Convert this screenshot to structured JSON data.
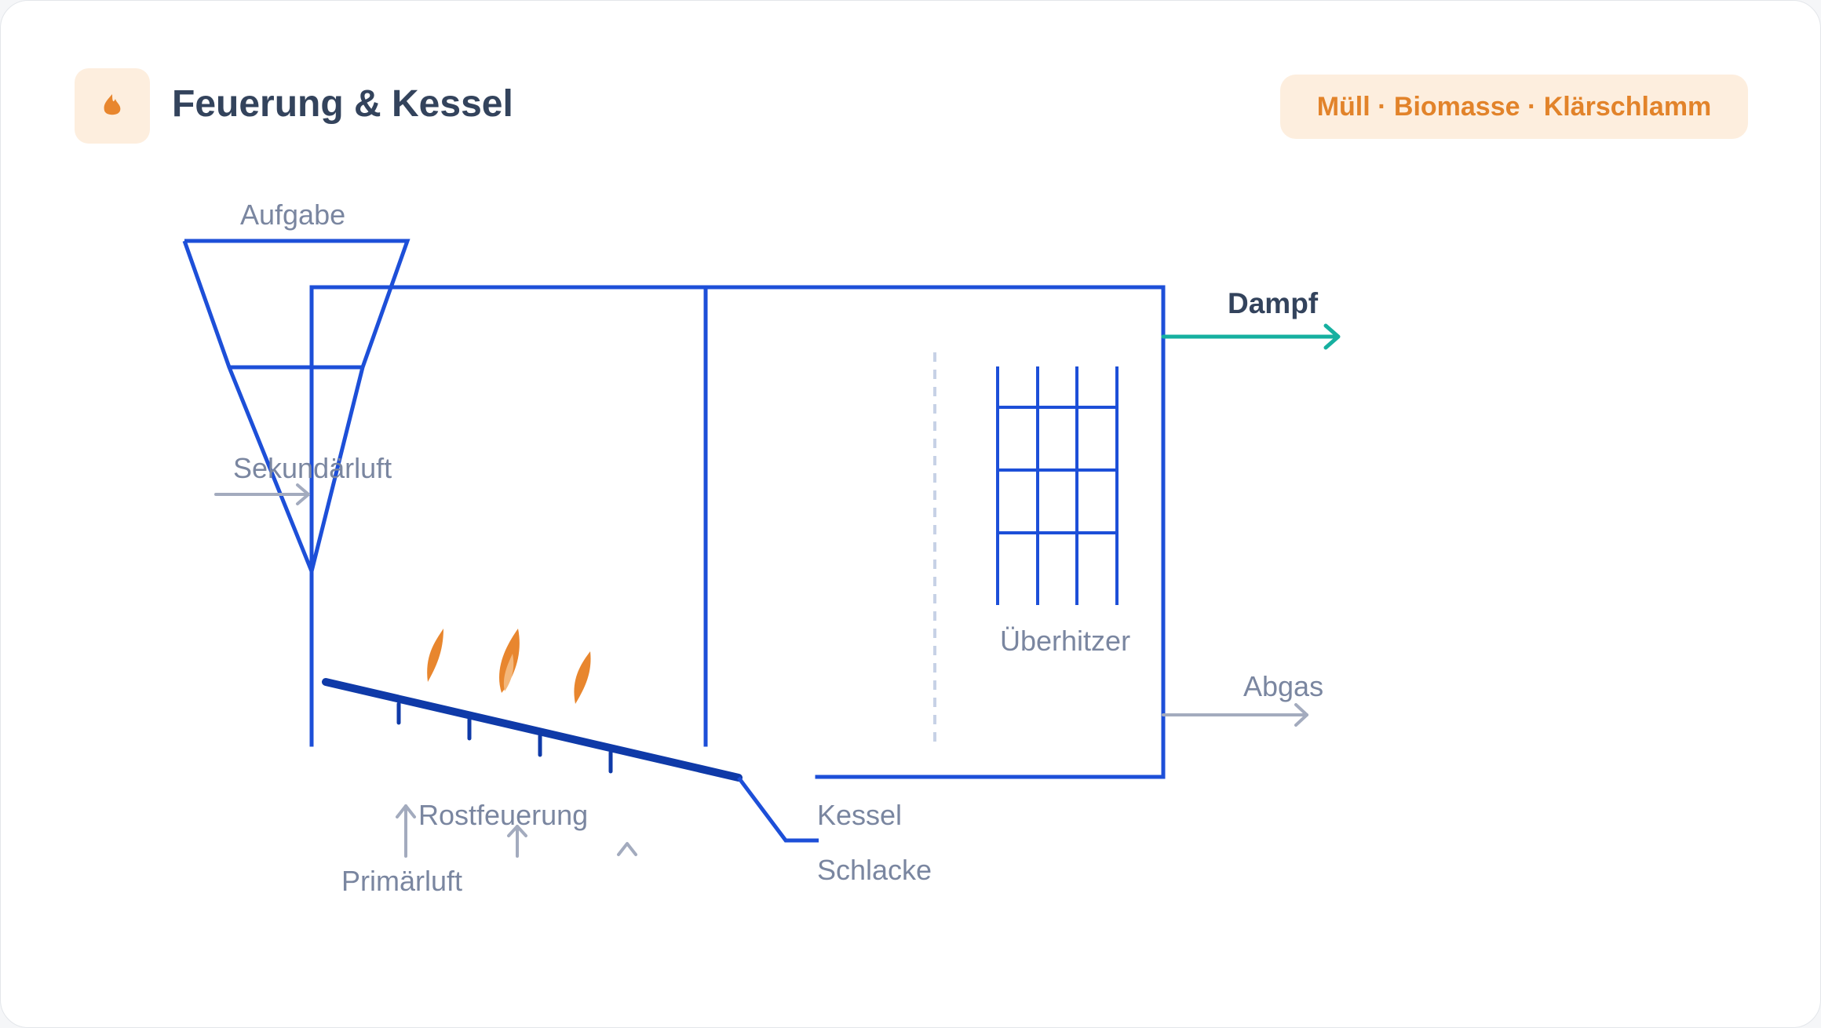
{
  "header": {
    "title": "Feuerung & Kessel",
    "icon": "flame-icon",
    "badge": "Müll · Biomasse · Klärschlamm"
  },
  "diagram": {
    "labels": {
      "feed": "Aufgabe",
      "secondary_air": "Sekundärluft",
      "steam": "Dampf",
      "superheater": "Überhitzer",
      "flue_gas": "Abgas",
      "grate_firing": "Rostfeuerung",
      "primary_air": "Primärluft",
      "boiler": "Kessel",
      "slag": "Schlacke"
    }
  },
  "colors": {
    "structure": "#1d4fd8",
    "grate": "#0f3aa8",
    "flame": "#e8862e",
    "flame_light": "#f4b77a",
    "steam_arrow": "#16b0a0",
    "air_arrow": "#a3abbe",
    "label": "#7a86a0",
    "title": "#33435c",
    "badge_bg": "#fdeede",
    "badge_text": "#e2832a"
  }
}
